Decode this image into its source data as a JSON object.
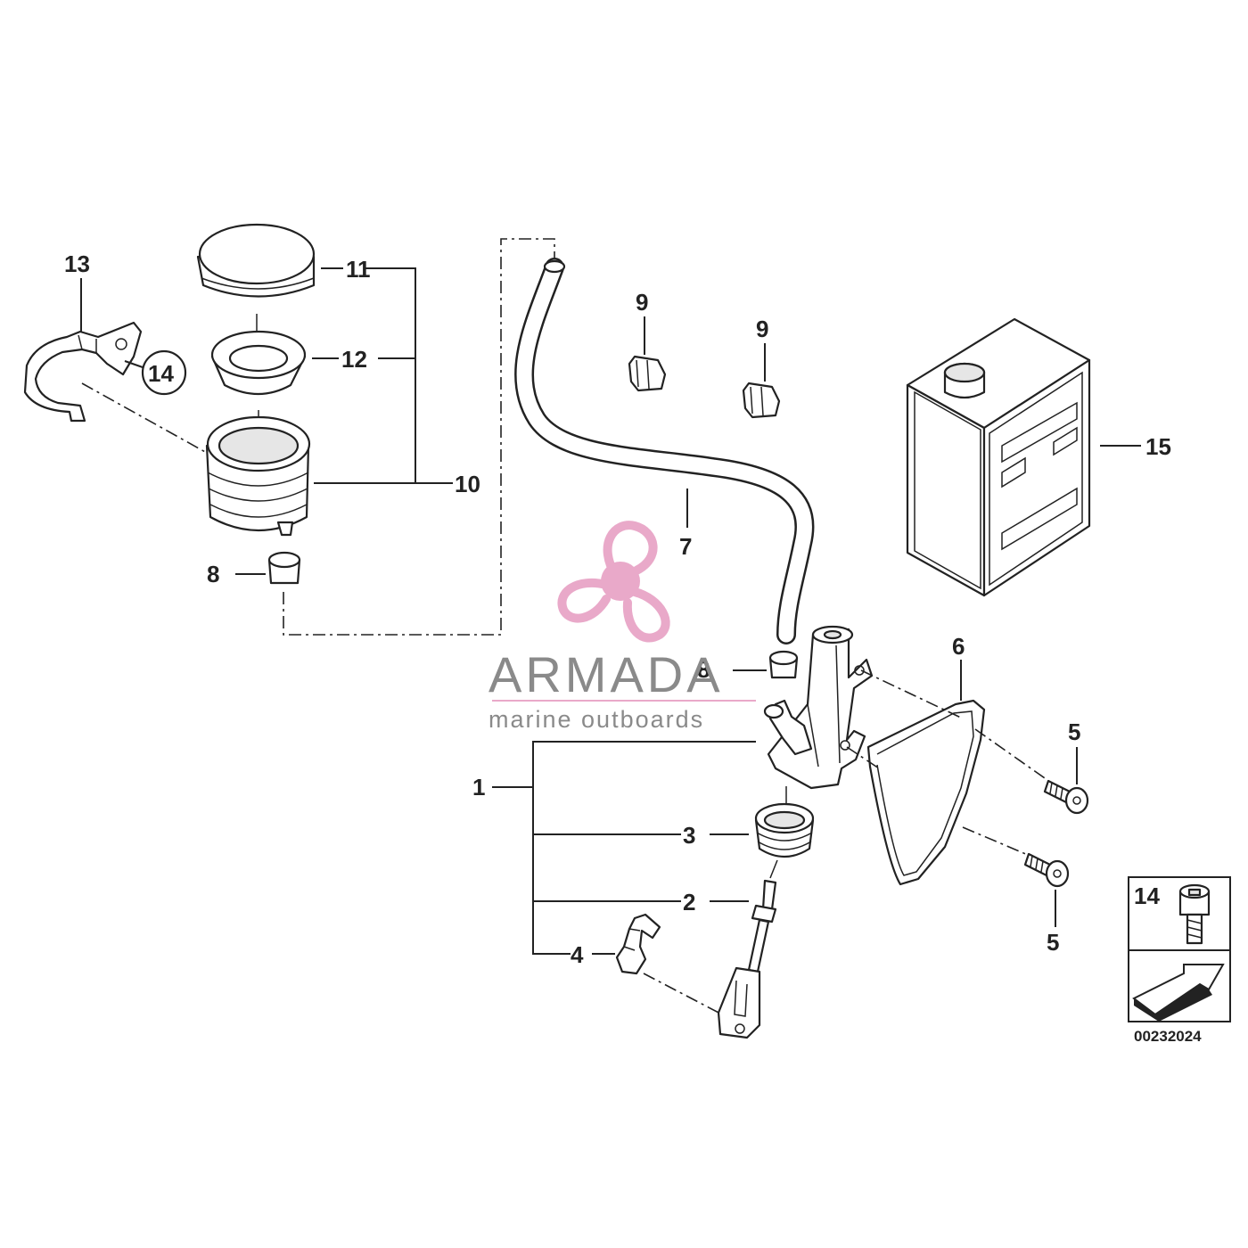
{
  "callouts": {
    "c1": "1",
    "c2": "2",
    "c3": "3",
    "c4": "4",
    "c5a": "5",
    "c5b": "5",
    "c6": "6",
    "c7": "7",
    "c8a": "8",
    "c8b": "8",
    "c9a": "9",
    "c9b": "9",
    "c10": "10",
    "c11": "11",
    "c12": "12",
    "c13": "13",
    "c14": "14",
    "c15": "15"
  },
  "legend_box": {
    "label": "14"
  },
  "drawing_number": "00232024",
  "watermark": {
    "title": "ARMADA",
    "subtitle": "marine outboards",
    "accent_color": "#e9a9c9",
    "icon": "propeller-icon"
  }
}
